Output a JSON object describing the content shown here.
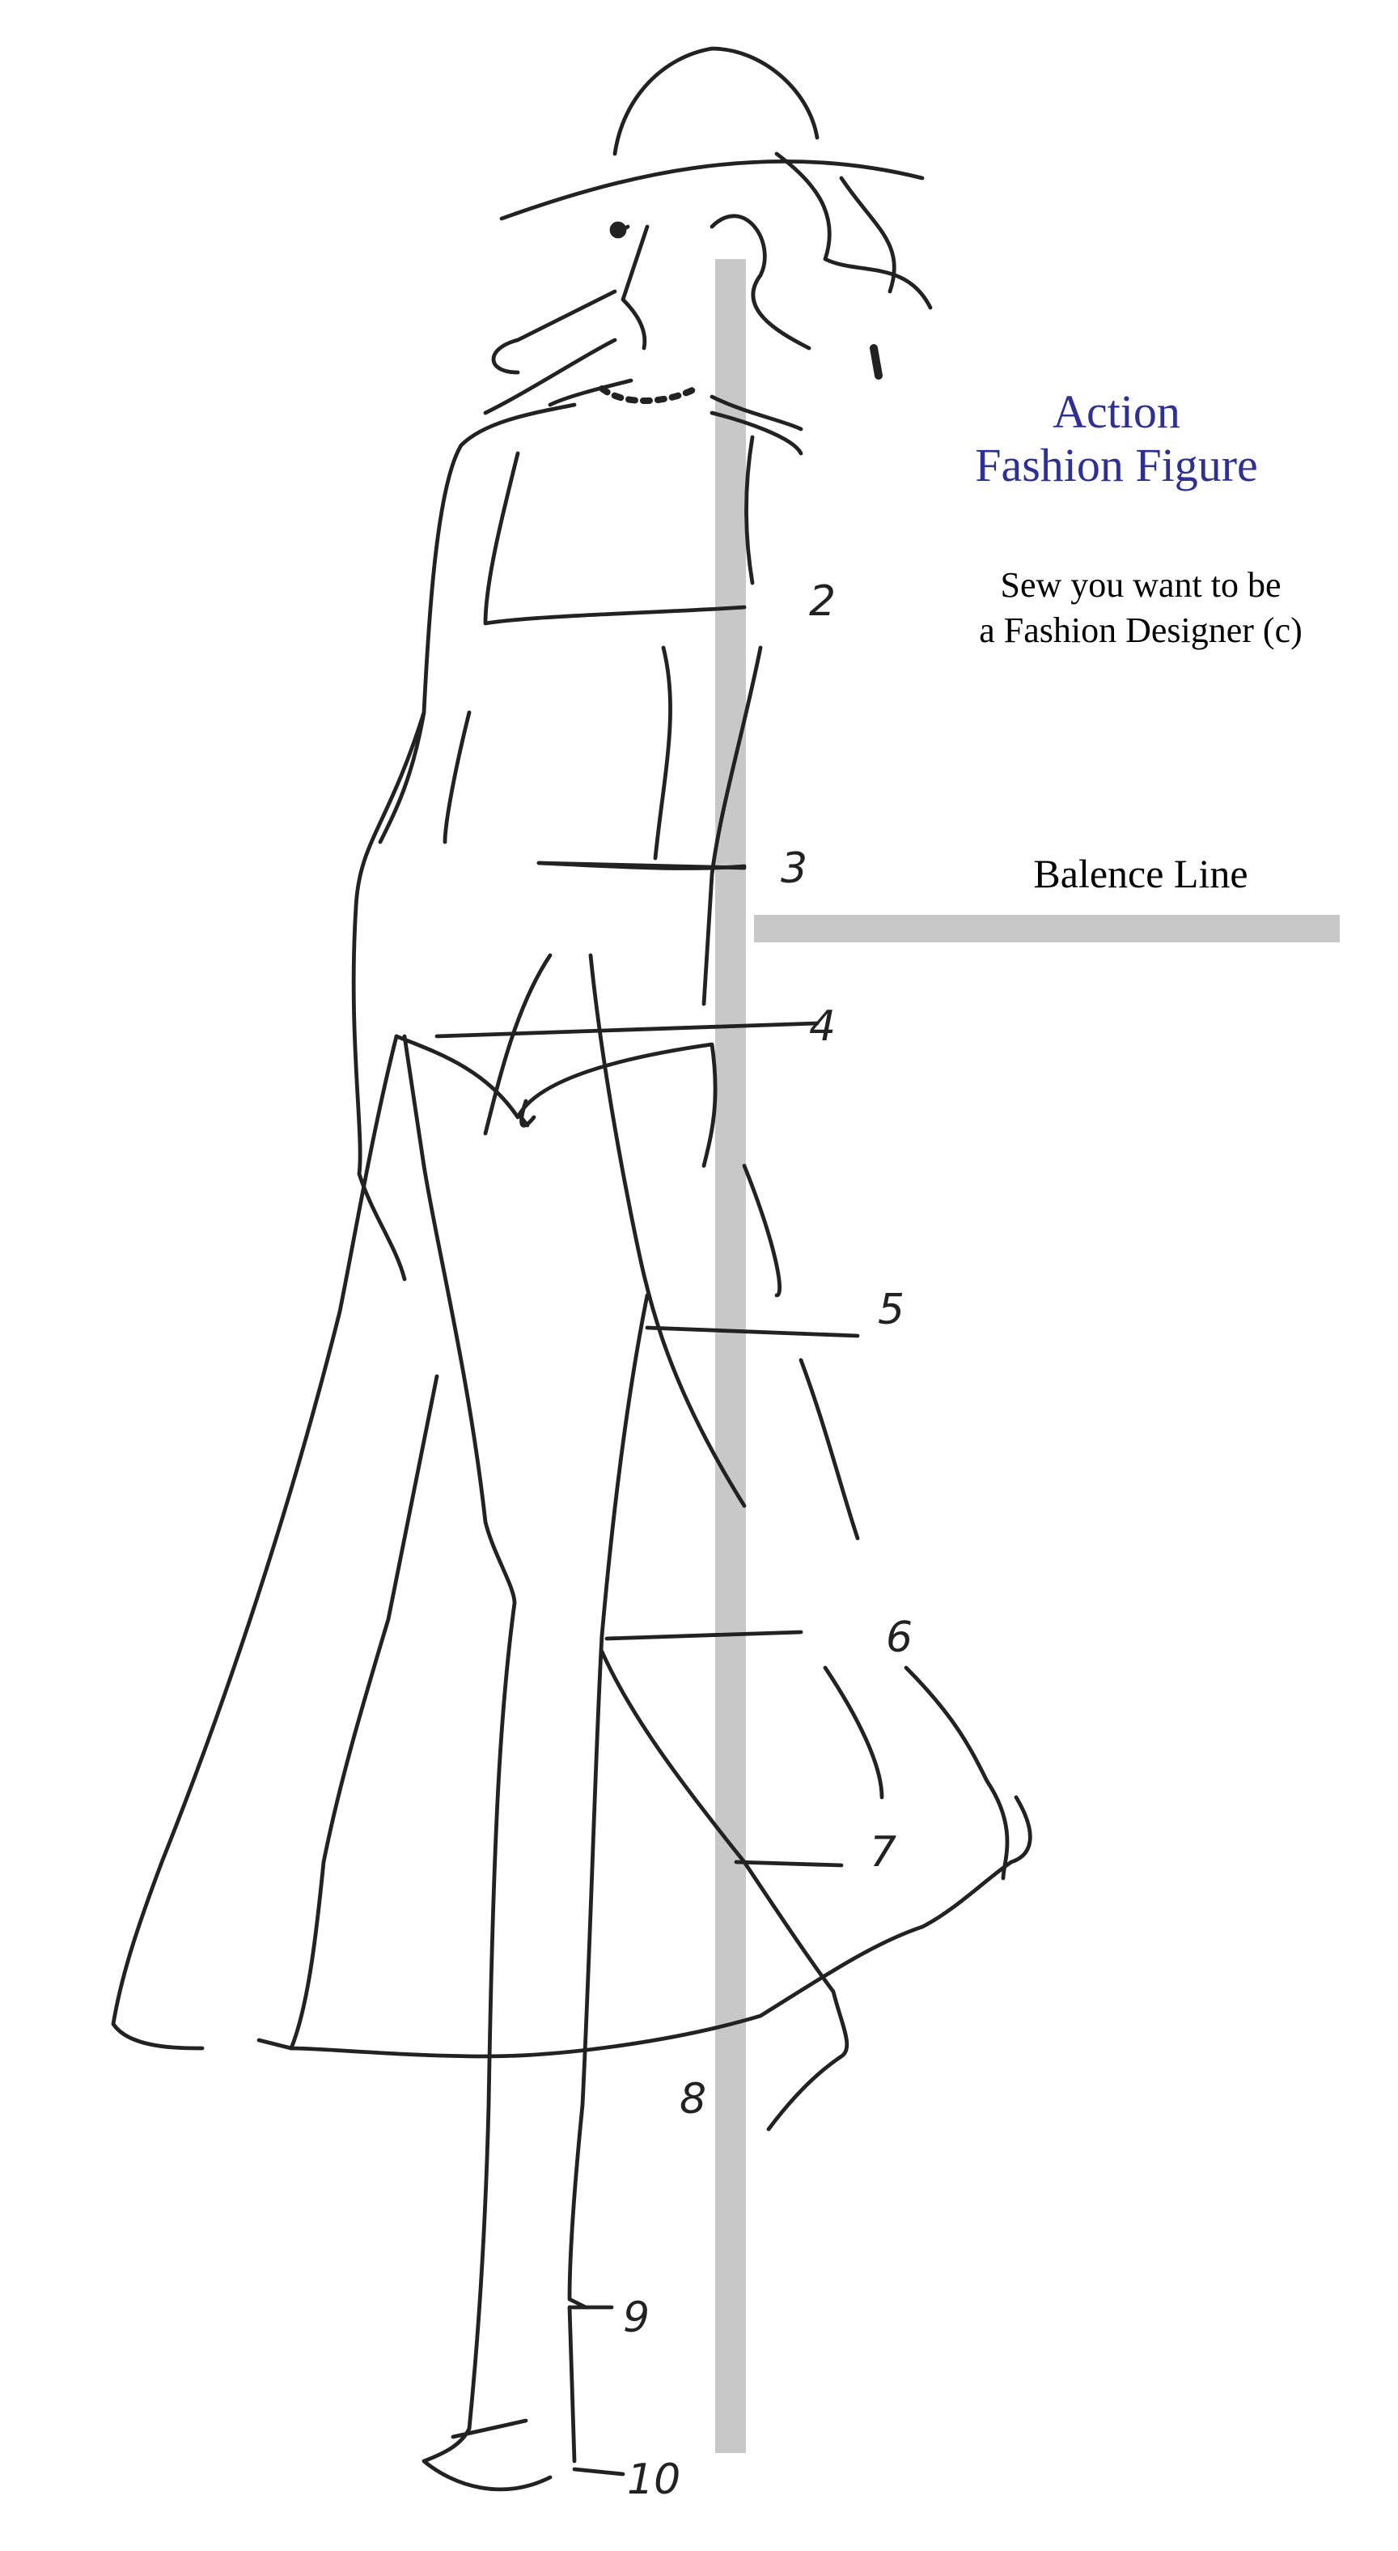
{
  "title": {
    "line1": "Action",
    "line2": "Fashion Figure",
    "color": "#2e3192"
  },
  "subtitle": {
    "line1": "Sew you want to be",
    "line2": "a Fashion Designer (c)"
  },
  "balance_label": "Balence Line",
  "guide_color": "#c8c8c8",
  "markers": [
    "2",
    "3",
    "4",
    "5",
    "6",
    "7",
    "8",
    "9",
    "10"
  ]
}
